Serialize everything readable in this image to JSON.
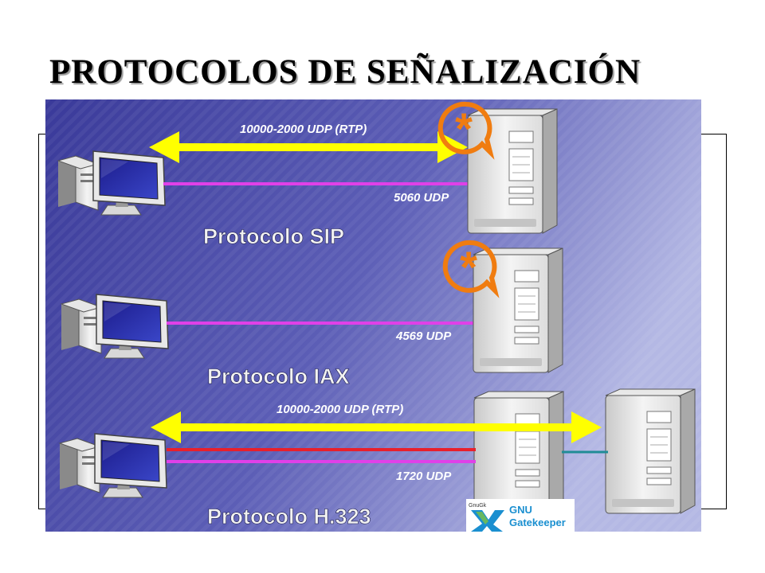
{
  "title": "PROTOCOLOS DE SEÑALIZACIÓN",
  "sip": {
    "rtp_label": "10000-2000 UDP (RTP)",
    "signal_label": "5060 UDP",
    "protocol_label": "Protocolo SIP"
  },
  "iax": {
    "signal_label": "4569 UDP",
    "protocol_label": "Protocolo IAX"
  },
  "h323": {
    "rtp_label": "10000-2000 UDP (RTP)",
    "signal_label": "1720 UDP",
    "protocol_label": "Protocolo H.323"
  },
  "gatekeeper_logo": {
    "small_text": "GnuGk",
    "line1": "GNU",
    "line2": "Gatekeeper"
  },
  "colors": {
    "bg_dark": "#3a3a9a",
    "bg_light": "#b4b8e4",
    "rtp_arrow": "#ffff00",
    "signal_line": "#e040e8",
    "h323_red_line": "#e8202c",
    "teal_link": "#208c96",
    "asterisk": "#f07c10"
  },
  "icons": [
    "computer-icon",
    "server-icon",
    "asterisk-logo-icon",
    "gnu-gatekeeper-logo"
  ]
}
